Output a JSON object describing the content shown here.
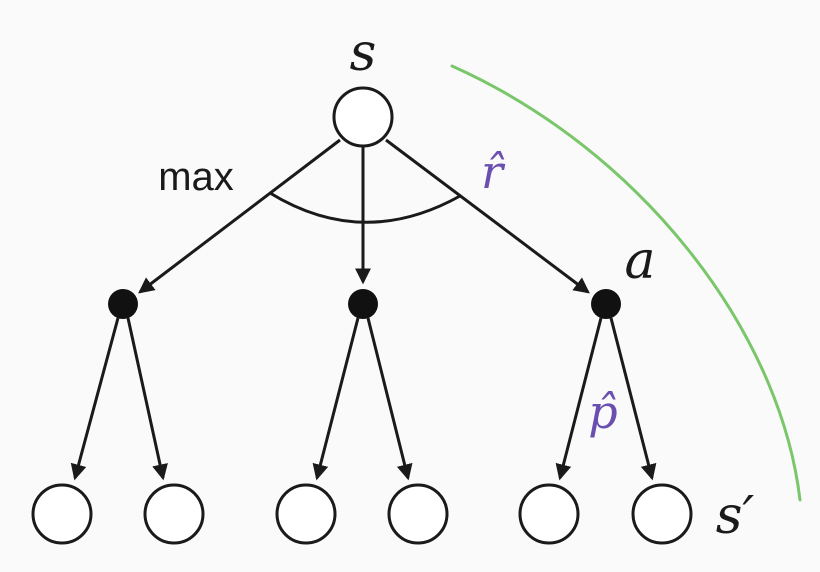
{
  "diagram": {
    "root_label": "s",
    "max_label": "max",
    "reward_label": "r̂",
    "action_label": "a",
    "transition_label": "p̂",
    "next_state_label": "s′"
  },
  "colors": {
    "ink": "#1a1a1a",
    "background": "#fafafb",
    "hat_label": "#6a4fb0",
    "backup_arc": "#6cc05a"
  }
}
